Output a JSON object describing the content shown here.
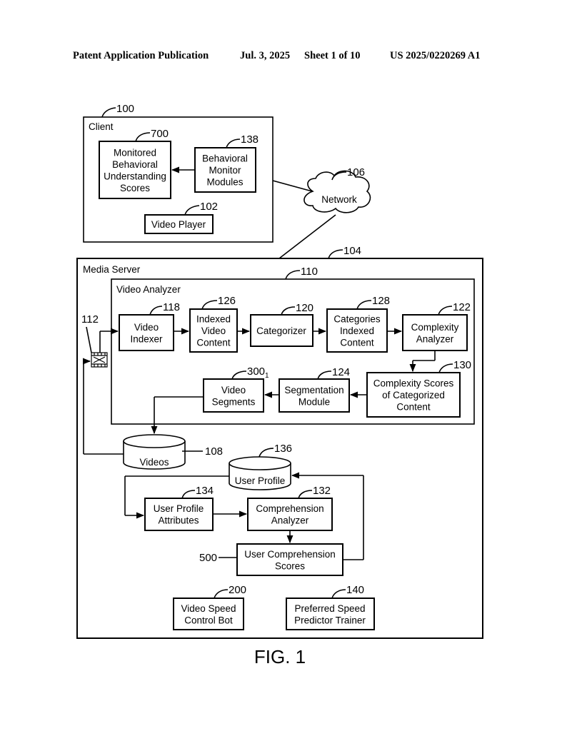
{
  "header": {
    "publication": "Patent Application Publication",
    "date": "Jul. 3, 2025",
    "sheet": "Sheet 1 of 10",
    "number": "US 2025/0220269 A1"
  },
  "containers": {
    "client": {
      "label": "Client",
      "ref": "100"
    },
    "media_server": {
      "label": "Media Server",
      "ref": "104"
    },
    "video_analyzer": {
      "label": "Video Analyzer",
      "ref": "110"
    }
  },
  "network": {
    "label": "Network",
    "ref": "106"
  },
  "blocks": {
    "monitored_scores": {
      "lines": [
        "Monitored",
        "Behavioral",
        "Understanding",
        "Scores"
      ],
      "ref": "700"
    },
    "behavioral_monitor": {
      "lines": [
        "Behavioral",
        "Monitor",
        "Modules"
      ],
      "ref": "138"
    },
    "video_player": {
      "lines": [
        "Video Player"
      ],
      "ref": "102"
    },
    "video_indexer": {
      "lines": [
        "Video",
        "Indexer"
      ],
      "ref": "118"
    },
    "indexed_video_content": {
      "lines": [
        "Indexed",
        "Video",
        "Content"
      ],
      "ref": "126"
    },
    "categorizer": {
      "lines": [
        "Categorizer"
      ],
      "ref": "120"
    },
    "categories_indexed_content": {
      "lines": [
        "Categories",
        "Indexed",
        "Content"
      ],
      "ref": "128"
    },
    "complexity_analyzer": {
      "lines": [
        "Complexity",
        "Analyzer"
      ],
      "ref": "122"
    },
    "complexity_scores": {
      "lines": [
        "Complexity Scores",
        "of Categorized",
        "Content"
      ],
      "ref": "130"
    },
    "segmentation_module": {
      "lines": [
        "Segmentation",
        "Module"
      ],
      "ref": "124"
    },
    "video_segments": {
      "lines": [
        "Video",
        "Segments"
      ],
      "ref": "300",
      "ref_sub": "1"
    },
    "user_profile_attributes": {
      "lines": [
        "User Profile",
        "Attributes"
      ],
      "ref": "134"
    },
    "comprehension_analyzer": {
      "lines": [
        "Comprehension",
        "Analyzer"
      ],
      "ref": "132"
    },
    "user_comprehension_scores": {
      "lines": [
        "User Comprehension",
        "Scores"
      ],
      "ref": "500"
    },
    "video_speed_control_bot": {
      "lines": [
        "Video Speed",
        "Control Bot"
      ],
      "ref": "200"
    },
    "preferred_speed_trainer": {
      "lines": [
        "Preferred Speed",
        "Predictor Trainer"
      ],
      "ref": "140"
    }
  },
  "databases": {
    "videos": {
      "label": "Videos",
      "ref": "108"
    },
    "user_profile": {
      "label": "User Profile",
      "ref": "136"
    }
  },
  "film_ref": "112",
  "figure_label": "FIG. 1"
}
